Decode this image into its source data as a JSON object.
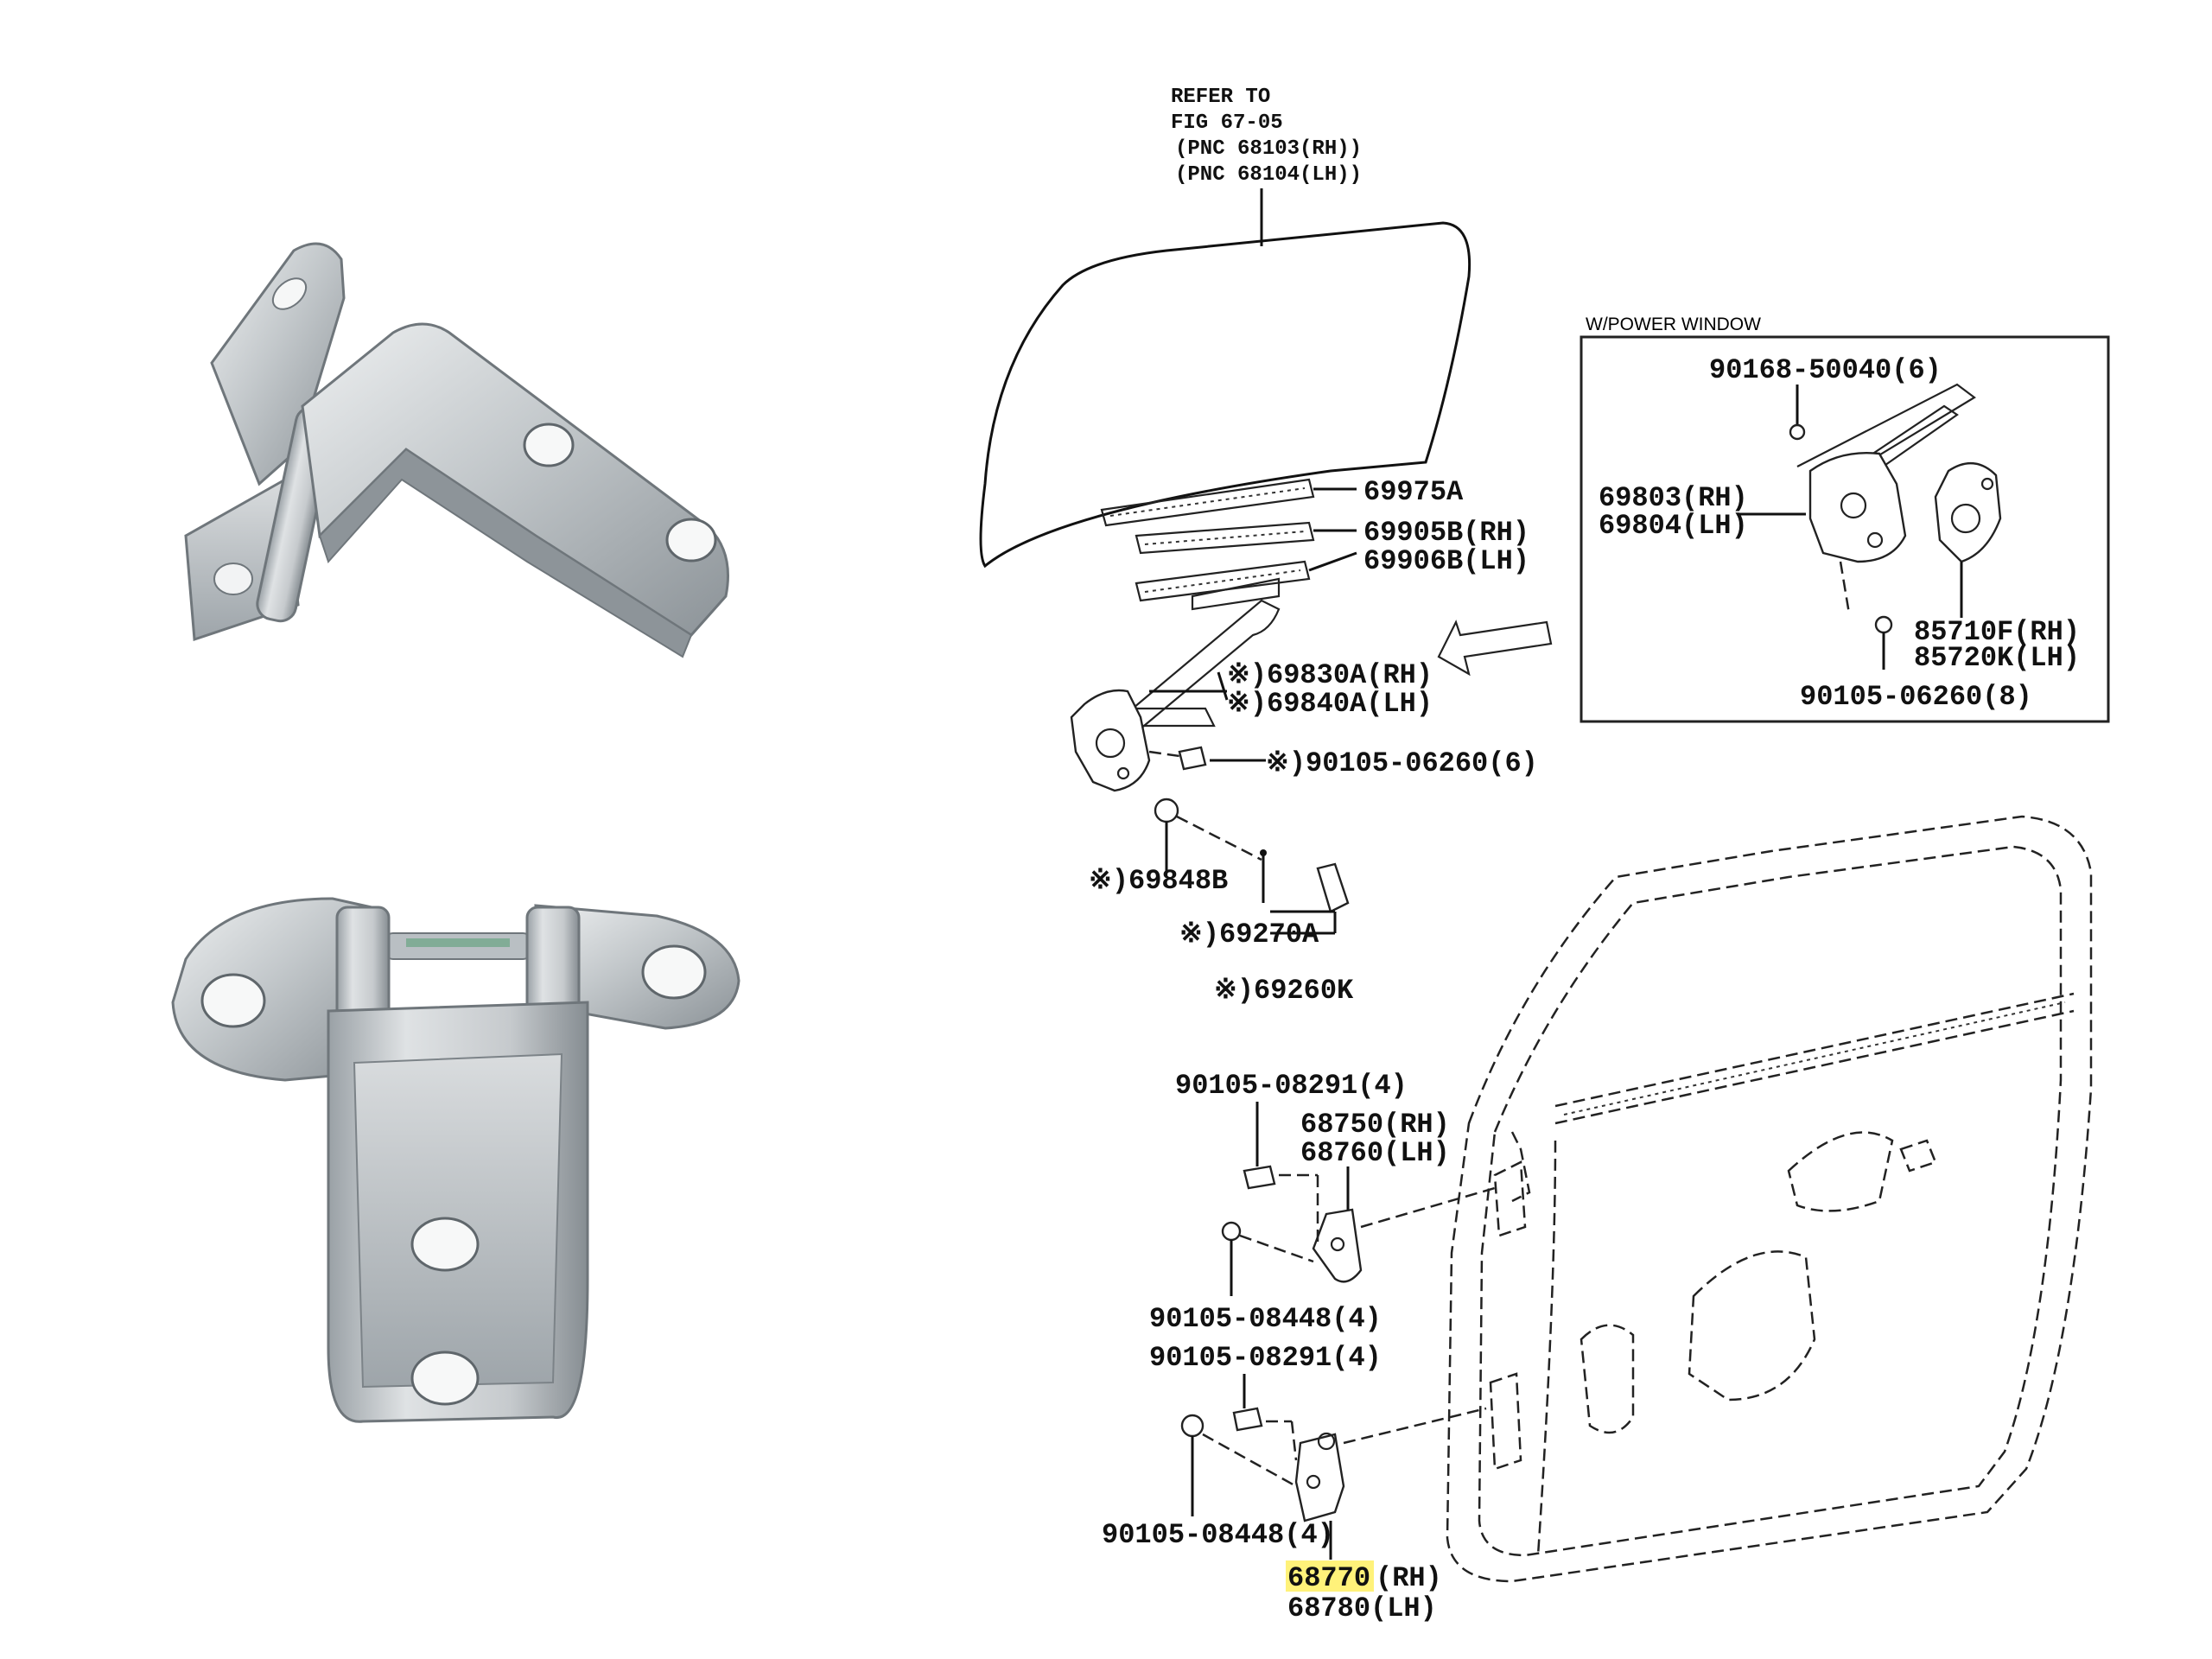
{
  "header": {
    "corner_text": ""
  },
  "glass_ref": {
    "line1": "REFER TO",
    "line2": "FIG 67-05",
    "line3": "(PNC 68103(RH))",
    "line4": "(PNC 68104(LH))"
  },
  "labels": {
    "p69975A": "69975A",
    "p69905B": "69905B(RH)",
    "p69906B": "69906B(LH)",
    "p69830A": "※)69830A(RH)",
    "p69840A": "※)69840A(LH)",
    "p90105_06260_6": "※)90105-06260(6)",
    "p69848B": "※)69848B",
    "p69270A": "※)69270A",
    "p69260K": "※)69260K",
    "p90105_08291_a": "90105-08291(4)",
    "p68750": "68750(RH)",
    "p68760": "68760(LH)",
    "p90105_08448_a": "90105-08448(4)",
    "p90105_08291_b": "90105-08291(4)",
    "p90105_08448_b": "90105-08448(4)",
    "p68770_num": "68770",
    "p68770_side": "(RH)",
    "p68780": "68780(LH)"
  },
  "power_window_box": {
    "title": "W/POWER WINDOW",
    "p90168": "90168-50040(6)",
    "p69803": "69803(RH)",
    "p69804": "69804(LH)",
    "p85710F": "85710F(RH)",
    "p85720K": "85720K(LH)",
    "p90105_06260_8": "90105-06260(8)"
  },
  "colors": {
    "highlight": "#fff27a",
    "metal_light": "#d4d8db",
    "metal_dark": "#8f969b",
    "line": "#111111"
  }
}
